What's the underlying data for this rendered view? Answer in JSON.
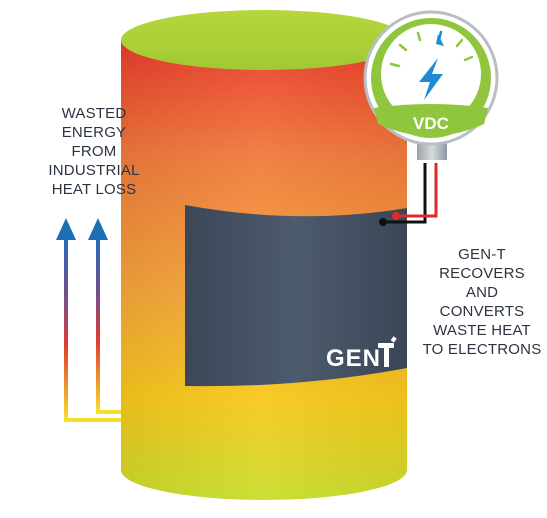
{
  "labels": {
    "left": [
      "WASTED",
      "ENERGY",
      "FROM",
      "INDUSTRIAL",
      "HEAT LOSS"
    ],
    "right": [
      "GEN-T",
      "RECOVERS",
      "AND",
      "CONVERTS",
      "WASTE HEAT",
      "TO ELECTRONS"
    ]
  },
  "gauge": {
    "label": "VDC"
  },
  "panel": {
    "logo": "GEN"
  },
  "colors": {
    "cylinder_top": "#a9cf38",
    "cylinder_hot": "#ea3a2a",
    "cylinder_mid": "#f39b3a",
    "cylinder_warm": "#f7c51c",
    "cylinder_base": "#c6d930",
    "panel": "#3d4a5c",
    "gauge_ring": "#8fc63d",
    "gauge_bolt": "#1f8bd6",
    "arrow_top": "#1e6fb8",
    "arrow_bottom": "#f6e02a"
  }
}
